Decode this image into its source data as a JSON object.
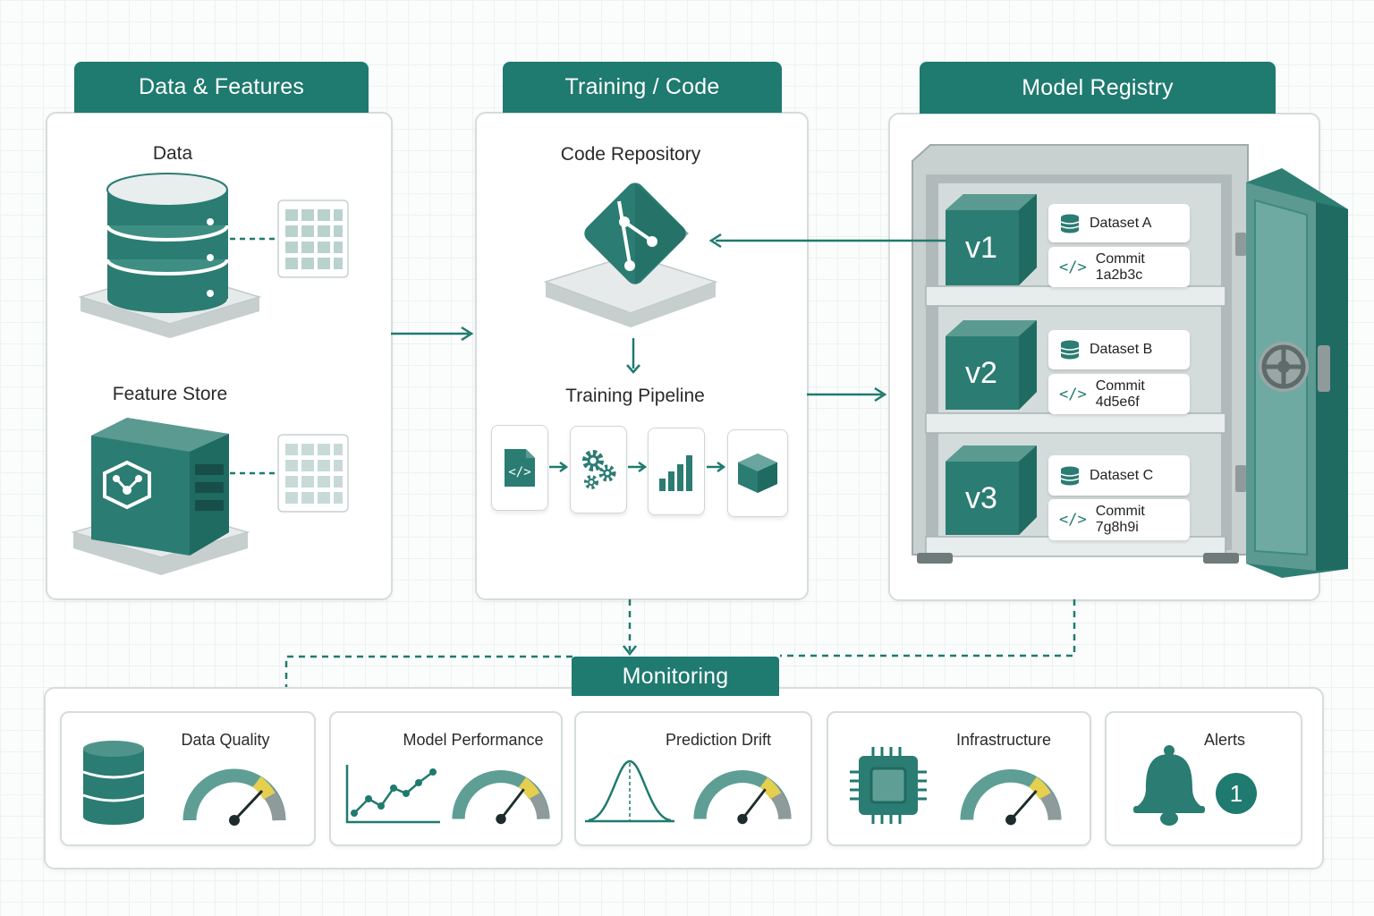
{
  "sections": {
    "data_features": {
      "title": "Data & Features",
      "data_label": "Data",
      "feature_store_label": "Feature Store"
    },
    "training": {
      "title": "Training / Code",
      "code_repo_label": "Code Repository",
      "pipeline_label": "Training Pipeline"
    },
    "registry": {
      "title": "Model Registry",
      "versions": [
        {
          "version": "v1",
          "dataset": "Dataset A",
          "commit": "Commit 1a2b3c"
        },
        {
          "version": "v2",
          "dataset": "Dataset B",
          "commit": "Commit 4d5e6f"
        },
        {
          "version": "v3",
          "dataset": "Dataset C",
          "commit": "Commit 7g8h9i"
        }
      ]
    },
    "monitoring": {
      "title": "Monitoring",
      "cards": [
        {
          "label": "Data Quality",
          "icon": "database-icon"
        },
        {
          "label": "Model Performance",
          "icon": "line-chart-icon"
        },
        {
          "label": "Prediction Drift",
          "icon": "bell-curve-icon"
        },
        {
          "label": "Infrastructure",
          "icon": "cpu-chip-icon"
        },
        {
          "label": "Alerts",
          "icon": "bell-icon",
          "badge": "1"
        }
      ]
    }
  },
  "icons": {
    "code": "</>",
    "pipeline_steps": [
      "code-file-icon",
      "gears-icon",
      "bar-chart-icon",
      "model-cube-icon"
    ]
  },
  "colors": {
    "primary": "#1f7a6f",
    "primary_light": "#5e9e95",
    "accent_yellow": "#e5cf4f",
    "panel_border": "#d6dcdc"
  }
}
